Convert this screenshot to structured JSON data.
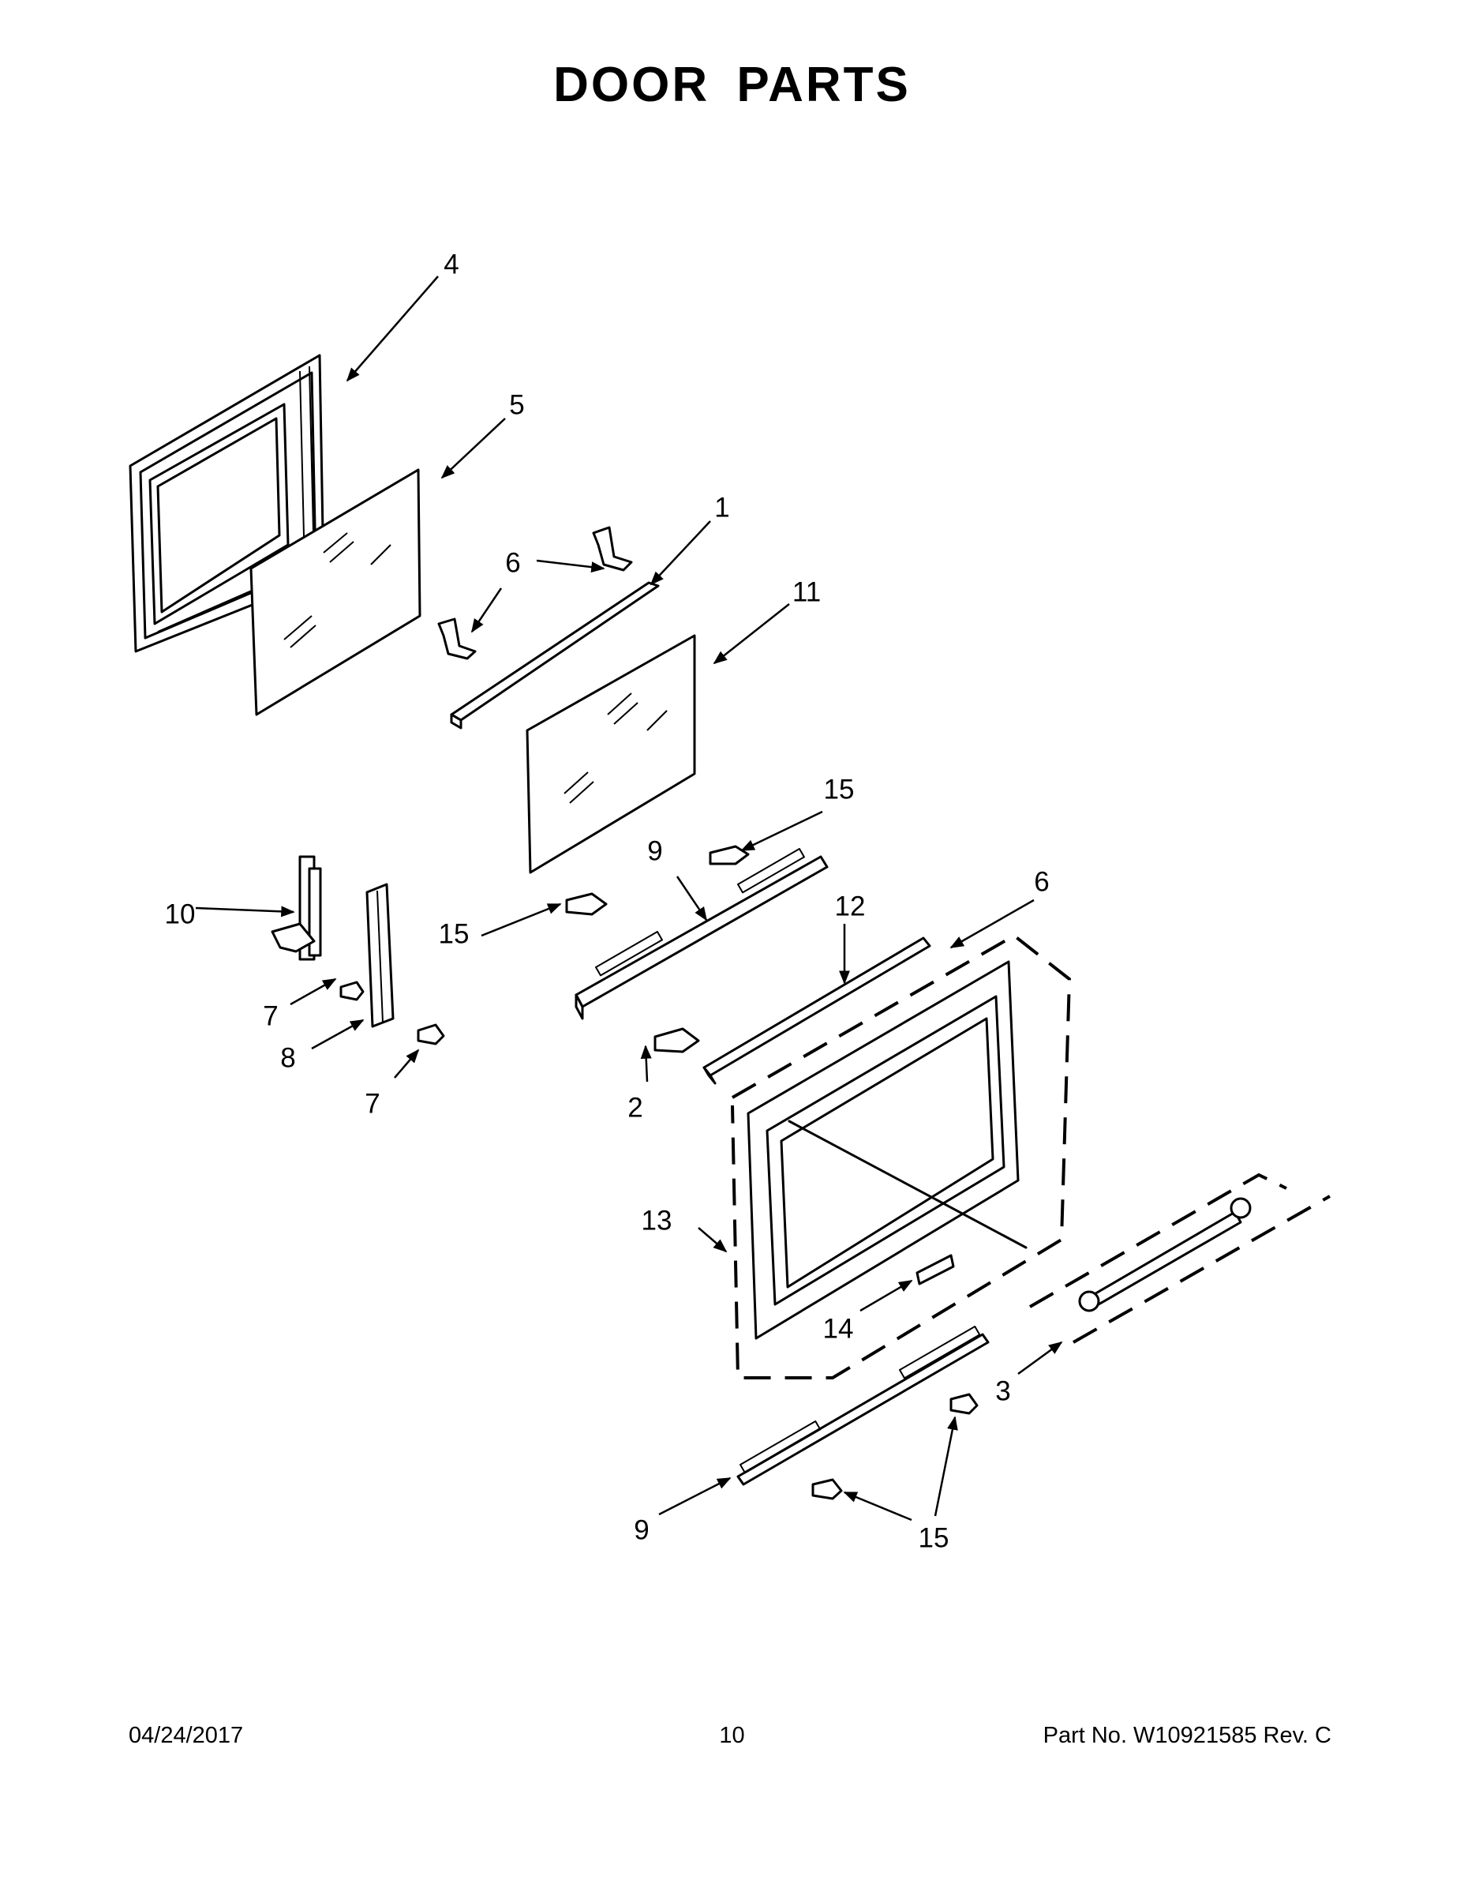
{
  "page": {
    "title": "DOOR PARTS"
  },
  "callouts": {
    "c1": "1",
    "c2": "2",
    "c3": "3",
    "c4": "4",
    "c5": "5",
    "c6a": "6",
    "c6b": "6",
    "c7a": "7",
    "c7b": "7",
    "c8": "8",
    "c9a": "9",
    "c9b": "9",
    "c10": "10",
    "c11": "11",
    "c12": "12",
    "c13": "13",
    "c14": "14",
    "c15a": "15",
    "c15b": "15",
    "c15c": "15"
  },
  "footer": {
    "date": "04/24/2017",
    "page_number": "10",
    "part_number": "Part No.  W10921585  Rev.  C"
  }
}
